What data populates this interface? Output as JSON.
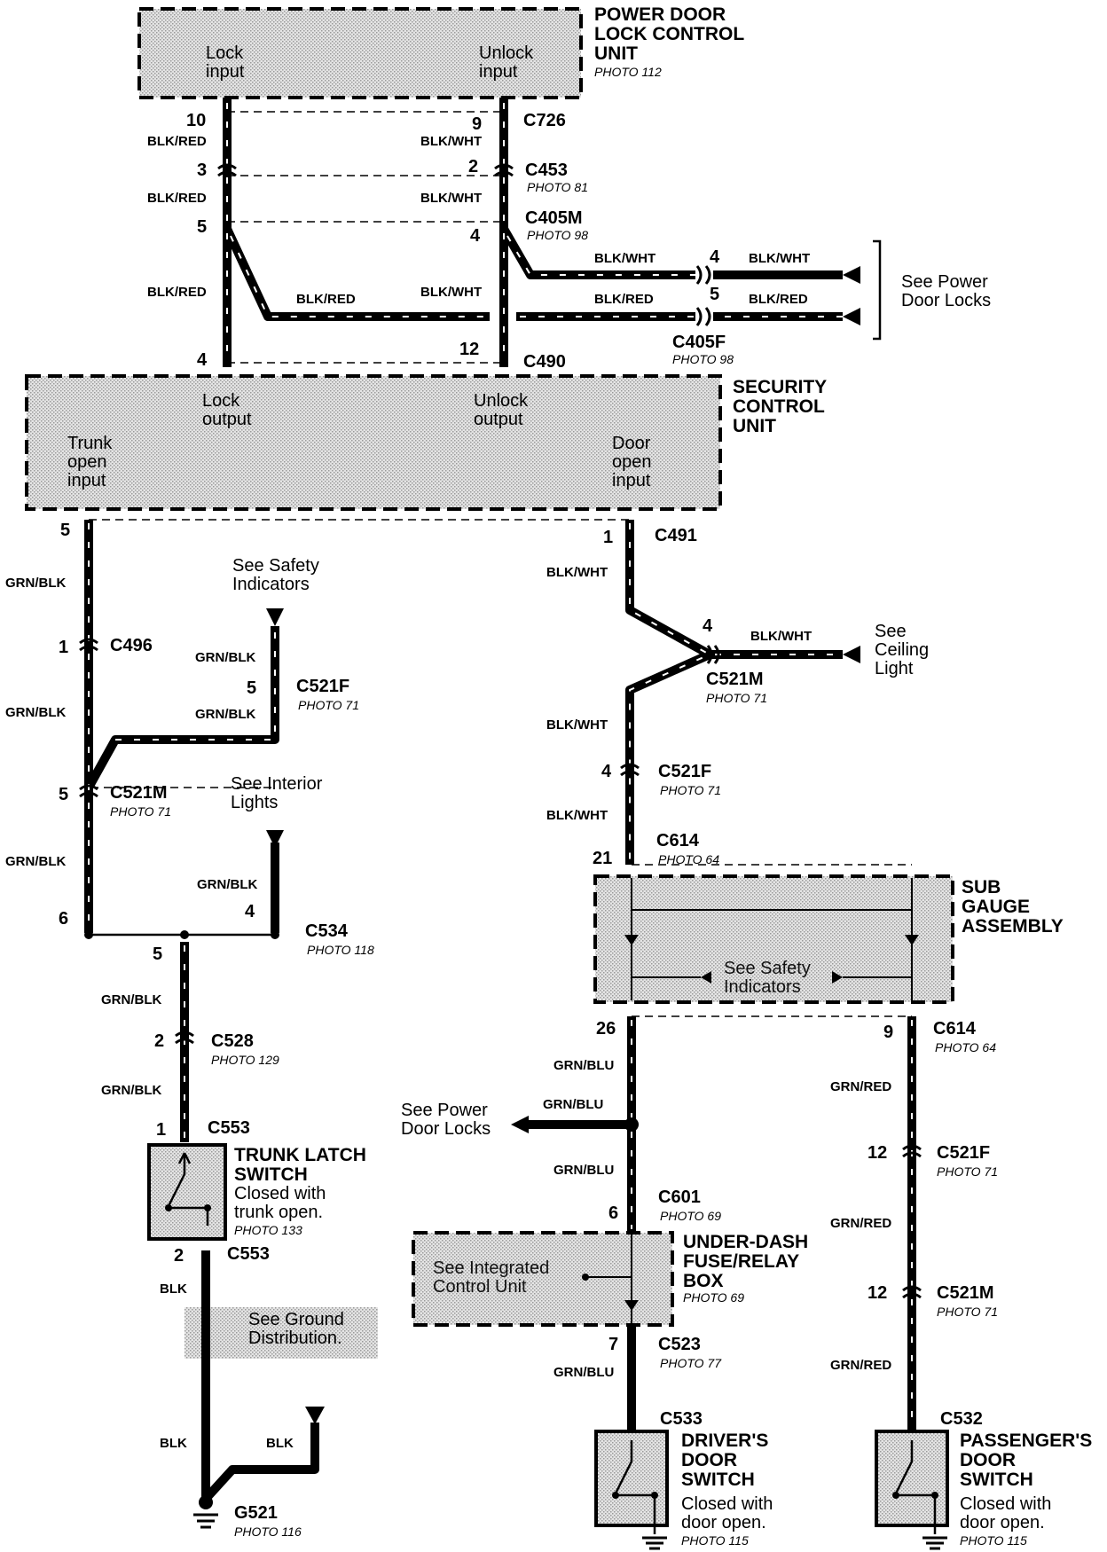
{
  "components": {
    "pdlcu": {
      "title": "POWER DOOR\nLOCK CONTROL\nUNIT",
      "photo": "PHOTO 112",
      "lock_input": "Lock\ninput",
      "unlock_input": "Unlock\ninput"
    },
    "scu": {
      "title": "SECURITY\nCONTROL\nUNIT",
      "lock_output": "Lock\noutput",
      "unlock_output": "Unlock\noutput",
      "trunk_open_input": "Trunk\nopen\ninput",
      "door_open_input": "Door\nopen\ninput"
    },
    "sub_gauge": {
      "title": "SUB\nGAUGE\nASSEMBLY",
      "see": "See Safety\nIndicators"
    },
    "fuse_box": {
      "title": "UNDER-DASH\nFUSE/RELAY\nBOX",
      "photo": "PHOTO 69",
      "see": "See Integrated\nControl Unit"
    },
    "trunk_switch": {
      "title": "TRUNK LATCH\nSWITCH",
      "desc": "Closed with\ntrunk open.",
      "photo": "PHOTO 133"
    },
    "driver_switch": {
      "title": "DRIVER'S\nDOOR\nSWITCH",
      "desc": "Closed with\ndoor open.",
      "photo": "PHOTO 115"
    },
    "passenger_switch": {
      "title": "PASSENGER'S\nDOOR\nSWITCH",
      "desc": "Closed with\ndoor open.",
      "photo": "PHOTO 115"
    }
  },
  "references": {
    "power_door_locks_top": "See Power\nDoor Locks",
    "power_door_locks_mid": "See  Power\nDoor Locks",
    "safety_indicators": "See Safety\nIndicators",
    "interior_lights": "See Interior\nLights",
    "ceiling_light": "See\nCeiling\nLight",
    "ground_distribution": "See Ground\nDistribution."
  },
  "connectors": {
    "c726": "C726",
    "c453": "C453",
    "c453_photo": "PHOTO 81",
    "c405m": "C405M",
    "c405m_photo": "PHOTO 98",
    "c405f": "C405F",
    "c405f_photo": "PHOTO 98",
    "c490": "C490",
    "c491": "C491",
    "c496": "C496",
    "c521f_l": "C521F",
    "c521f_l_photo": "PHOTO 71",
    "c521m_l": "C521M",
    "c521m_l_photo": "PHOTO 71",
    "c534": "C534",
    "c534_photo": "PHOTO 118",
    "c528": "C528",
    "c528_photo": "PHOTO 129",
    "c553_top": "C553",
    "c553_bot": "C553",
    "g521": "G521",
    "g521_photo": "PHOTO 116",
    "c521m_m": "C521M",
    "c521m_m_photo": "PHOTO 71",
    "c521f_m": "C521F",
    "c521f_m_photo": "PHOTO 71",
    "c614_top": "C614",
    "c614_top_photo": "PHOTO 64",
    "c614_right": "C614",
    "c614_right_photo": "PHOTO 64",
    "c601": "C601",
    "c601_photo": "PHOTO 69",
    "c523": "C523",
    "c523_photo": "PHOTO 77",
    "c533": "C533",
    "c521f_r": "C521F",
    "c521f_r_photo": "PHOTO 71",
    "c521m_r": "C521M",
    "c521m_r_photo": "PHOTO 71",
    "c532": "C532"
  },
  "pins": {
    "p10": "10",
    "p9": "9",
    "p3": "3",
    "p2": "2",
    "p5a": "5",
    "p4a": "4",
    "p4b": "4",
    "p12a": "12",
    "p4pdl": "4",
    "p5pdl": "5",
    "p5scu": "5",
    "p1scu": "1",
    "p1c496": "1",
    "p5c521f": "5",
    "p5c521m": "5",
    "p6": "6",
    "p4c534": "4",
    "p5c534": "5",
    "p2c528": "2",
    "p1c553": "1",
    "p2c553": "2",
    "p4ceil": "4",
    "p4c521f": "4",
    "p21": "21",
    "p26": "26",
    "p9c614": "9",
    "p6c601": "6",
    "p7": "7",
    "p12f": "12",
    "p12m": "12"
  },
  "wires": {
    "blk_red": "BLK/RED",
    "blk_wht": "BLK/WHT",
    "grn_blk": "GRN/BLK",
    "grn_blu": "GRN/BLU",
    "grn_red": "GRN/RED",
    "blk": "BLK"
  },
  "colors": {
    "line": "#000000",
    "shade": "#d6d6d6",
    "background": "#ffffff"
  }
}
